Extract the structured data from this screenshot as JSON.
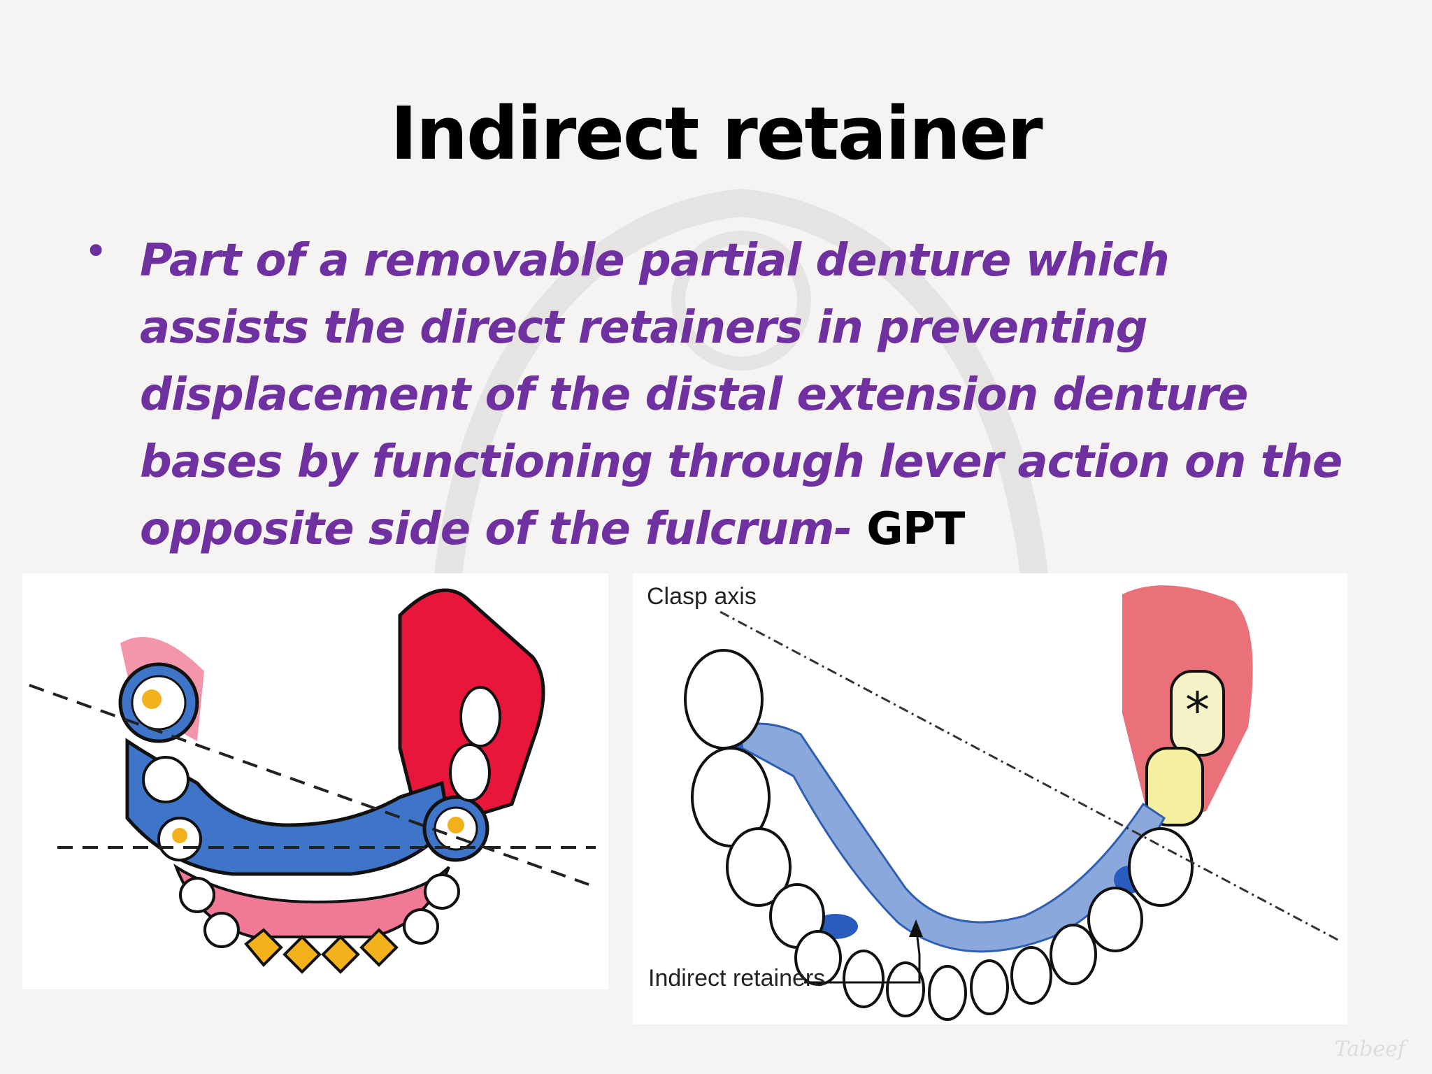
{
  "slide": {
    "title": "Indirect retainer",
    "bullet_definition": "Part of a removable partial denture which assists the direct retainers in preventing displacement of the distal extension denture bases by functioning through lever action on the opposite side of the fulcrum-",
    "bullet_source": "GPT"
  },
  "right_figure": {
    "clasp_axis_label": "Clasp axis",
    "indirect_retainers_label": "Indirect retainers"
  },
  "signature": "Tabeef",
  "colors": {
    "text_purple": "#6f30a0",
    "denture_red": "#e8163a",
    "connector_blue": "#3f75c8",
    "base_pink": "#f07a96",
    "tooth_yellow": "#f3b21c"
  }
}
